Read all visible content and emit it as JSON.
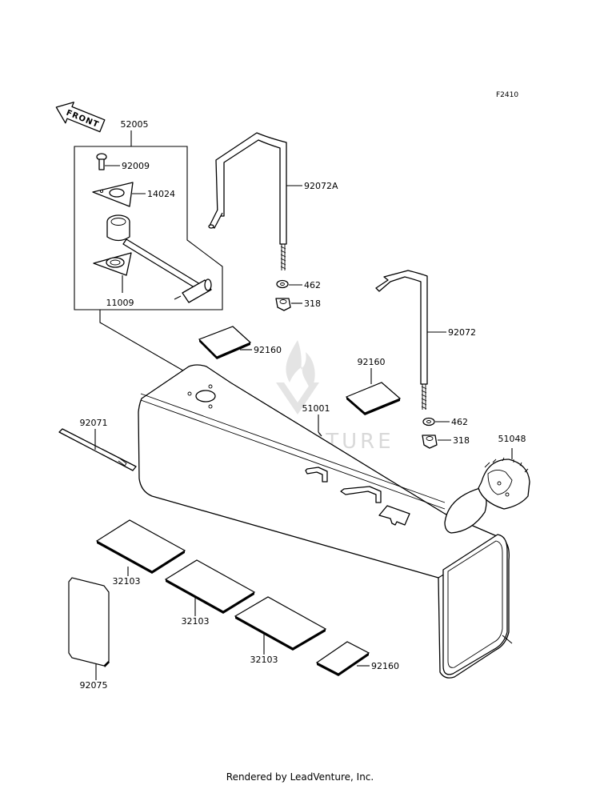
{
  "figure_code": "F2410",
  "front_label": "FRONT",
  "watermark": "LEADVENTURE",
  "footer": "Rendered by LeadVenture, Inc.",
  "callouts": [
    {
      "id": "52005",
      "label": "52005"
    },
    {
      "id": "92009",
      "label": "92009"
    },
    {
      "id": "14024",
      "label": "14024"
    },
    {
      "id": "11009",
      "label": "11009"
    },
    {
      "id": "92072A",
      "label": "92072A"
    },
    {
      "id": "462-a",
      "label": "462"
    },
    {
      "id": "318-a",
      "label": "318"
    },
    {
      "id": "92160-a",
      "label": "92160"
    },
    {
      "id": "92072",
      "label": "92072"
    },
    {
      "id": "92160-b",
      "label": "92160"
    },
    {
      "id": "51001",
      "label": "51001"
    },
    {
      "id": "92071",
      "label": "92071"
    },
    {
      "id": "462-b",
      "label": "462"
    },
    {
      "id": "318-b",
      "label": "318"
    },
    {
      "id": "51048",
      "label": "51048"
    },
    {
      "id": "32103-a",
      "label": "32103"
    },
    {
      "id": "32103-b",
      "label": "32103"
    },
    {
      "id": "32103-c",
      "label": "32103"
    },
    {
      "id": "92160-c",
      "label": "92160"
    },
    {
      "id": "92075",
      "label": "92075"
    }
  ]
}
